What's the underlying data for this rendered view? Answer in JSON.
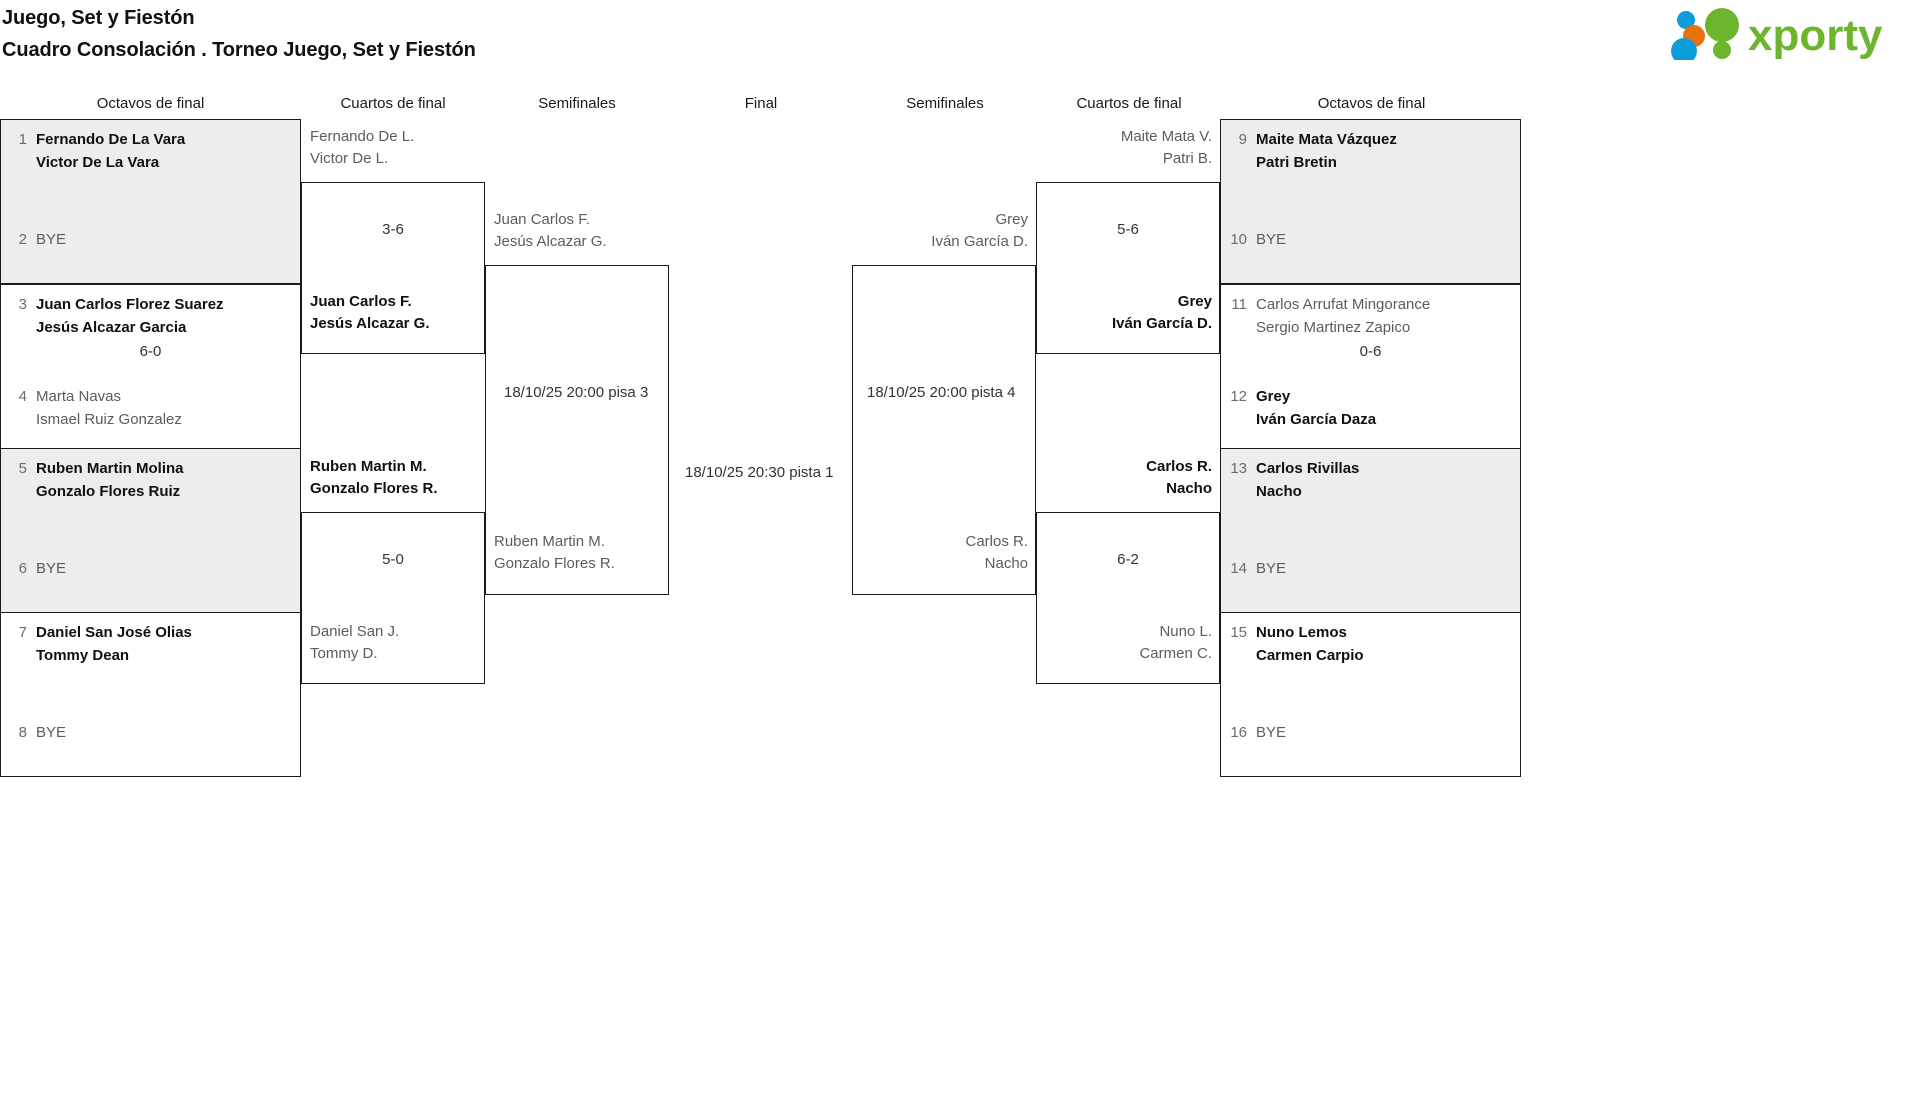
{
  "header": {
    "title_line1": "Juego, Set y Fiestón",
    "title_line2": "Cuadro Consolación . Torneo Juego, Set y Fiestón",
    "logo_text": "xporty",
    "logo_colors": {
      "green": "#6cb52d",
      "blue": "#0d9ddb",
      "orange": "#e8720c"
    }
  },
  "round_labels": [
    {
      "text": "Octavos de final"
    },
    {
      "text": "Cuartos de final"
    },
    {
      "text": "Semifinales"
    },
    {
      "text": "Final"
    },
    {
      "text": "Semifinales"
    },
    {
      "text": "Cuartos de final"
    },
    {
      "text": "Octavos de final"
    }
  ],
  "left": {
    "octavos": [
      {
        "seed": "1",
        "line1": "Fernando De La Vara",
        "line2": "Victor De La Vara",
        "state": "win"
      },
      {
        "seed": "2",
        "line1": "BYE",
        "line2": "",
        "state": "bye"
      },
      {
        "seed": "3",
        "line1": "Juan Carlos Florez Suarez",
        "line2": "Jesús Alcazar Garcia",
        "state": "win"
      },
      {
        "seed": "4",
        "line1": "Marta Navas",
        "line2": "Ismael Ruiz Gonzalez",
        "state": "lose"
      },
      {
        "seed": "5",
        "line1": "Ruben Martin Molina",
        "line2": "Gonzalo Flores Ruiz",
        "state": "win"
      },
      {
        "seed": "6",
        "line1": "BYE",
        "line2": "",
        "state": "bye"
      },
      {
        "seed": "7",
        "line1": "Daniel San José Olias",
        "line2": "Tommy Dean",
        "state": "win"
      },
      {
        "seed": "8",
        "line1": "BYE",
        "line2": "",
        "state": "bye"
      }
    ],
    "octavos_scores": [
      "",
      "6-0",
      "",
      ""
    ],
    "cuartos": [
      {
        "line1": "Fernando De L.",
        "line2": "Victor De L.",
        "state": "lose"
      },
      {
        "line1": "Juan Carlos F.",
        "line2": "Jesús Alcazar G.",
        "state": "win"
      },
      {
        "line1": "Ruben Martin M.",
        "line2": "Gonzalo Flores R.",
        "state": "win"
      },
      {
        "line1": "Daniel San J.",
        "line2": "Tommy D.",
        "state": "lose"
      }
    ],
    "cuartos_scores": [
      "3-6",
      "5-0"
    ],
    "semis": [
      {
        "line1": "Juan Carlos F.",
        "line2": "Jesús Alcazar G.",
        "state": "lose"
      },
      {
        "line1": "Ruben Martin M.",
        "line2": "Gonzalo Flores R.",
        "state": "lose"
      }
    ],
    "semis_label": "18/10/25 20:00 pisa 3"
  },
  "final": {
    "label": "18/10/25 20:30 pista 1"
  },
  "right": {
    "octavos": [
      {
        "seed": "9",
        "line1": "Maite Mata Vázquez",
        "line2": "Patri Bretin",
        "state": "win"
      },
      {
        "seed": "10",
        "line1": "BYE",
        "line2": "",
        "state": "bye"
      },
      {
        "seed": "11",
        "line1": "Carlos Arrufat Mingorance",
        "line2": "Sergio Martinez Zapico",
        "state": "lose"
      },
      {
        "seed": "12",
        "line1": "Grey",
        "line2": "Iván García Daza",
        "state": "win"
      },
      {
        "seed": "13",
        "line1": "Carlos Rivillas",
        "line2": "Nacho",
        "state": "win"
      },
      {
        "seed": "14",
        "line1": "BYE",
        "line2": "",
        "state": "bye"
      },
      {
        "seed": "15",
        "line1": "Nuno Lemos",
        "line2": "Carmen Carpio",
        "state": "win"
      },
      {
        "seed": "16",
        "line1": "BYE",
        "line2": "",
        "state": "bye"
      }
    ],
    "octavos_scores": [
      "",
      "0-6",
      "",
      ""
    ],
    "cuartos": [
      {
        "line1": "Maite Mata V.",
        "line2": "Patri B.",
        "state": "lose"
      },
      {
        "line1": "Grey",
        "line2": "Iván García D.",
        "state": "win"
      },
      {
        "line1": "Carlos R.",
        "line2": "Nacho",
        "state": "win"
      },
      {
        "line1": "Nuno L.",
        "line2": "Carmen C.",
        "state": "lose"
      }
    ],
    "cuartos_scores": [
      "5-6",
      "6-2"
    ],
    "semis": [
      {
        "line1": "Grey",
        "line2": "Iván García D.",
        "state": "lose"
      },
      {
        "line1": "Carlos R.",
        "line2": "Nacho",
        "state": "lose"
      }
    ],
    "semis_label": "18/10/25 20:00 pista 4"
  }
}
